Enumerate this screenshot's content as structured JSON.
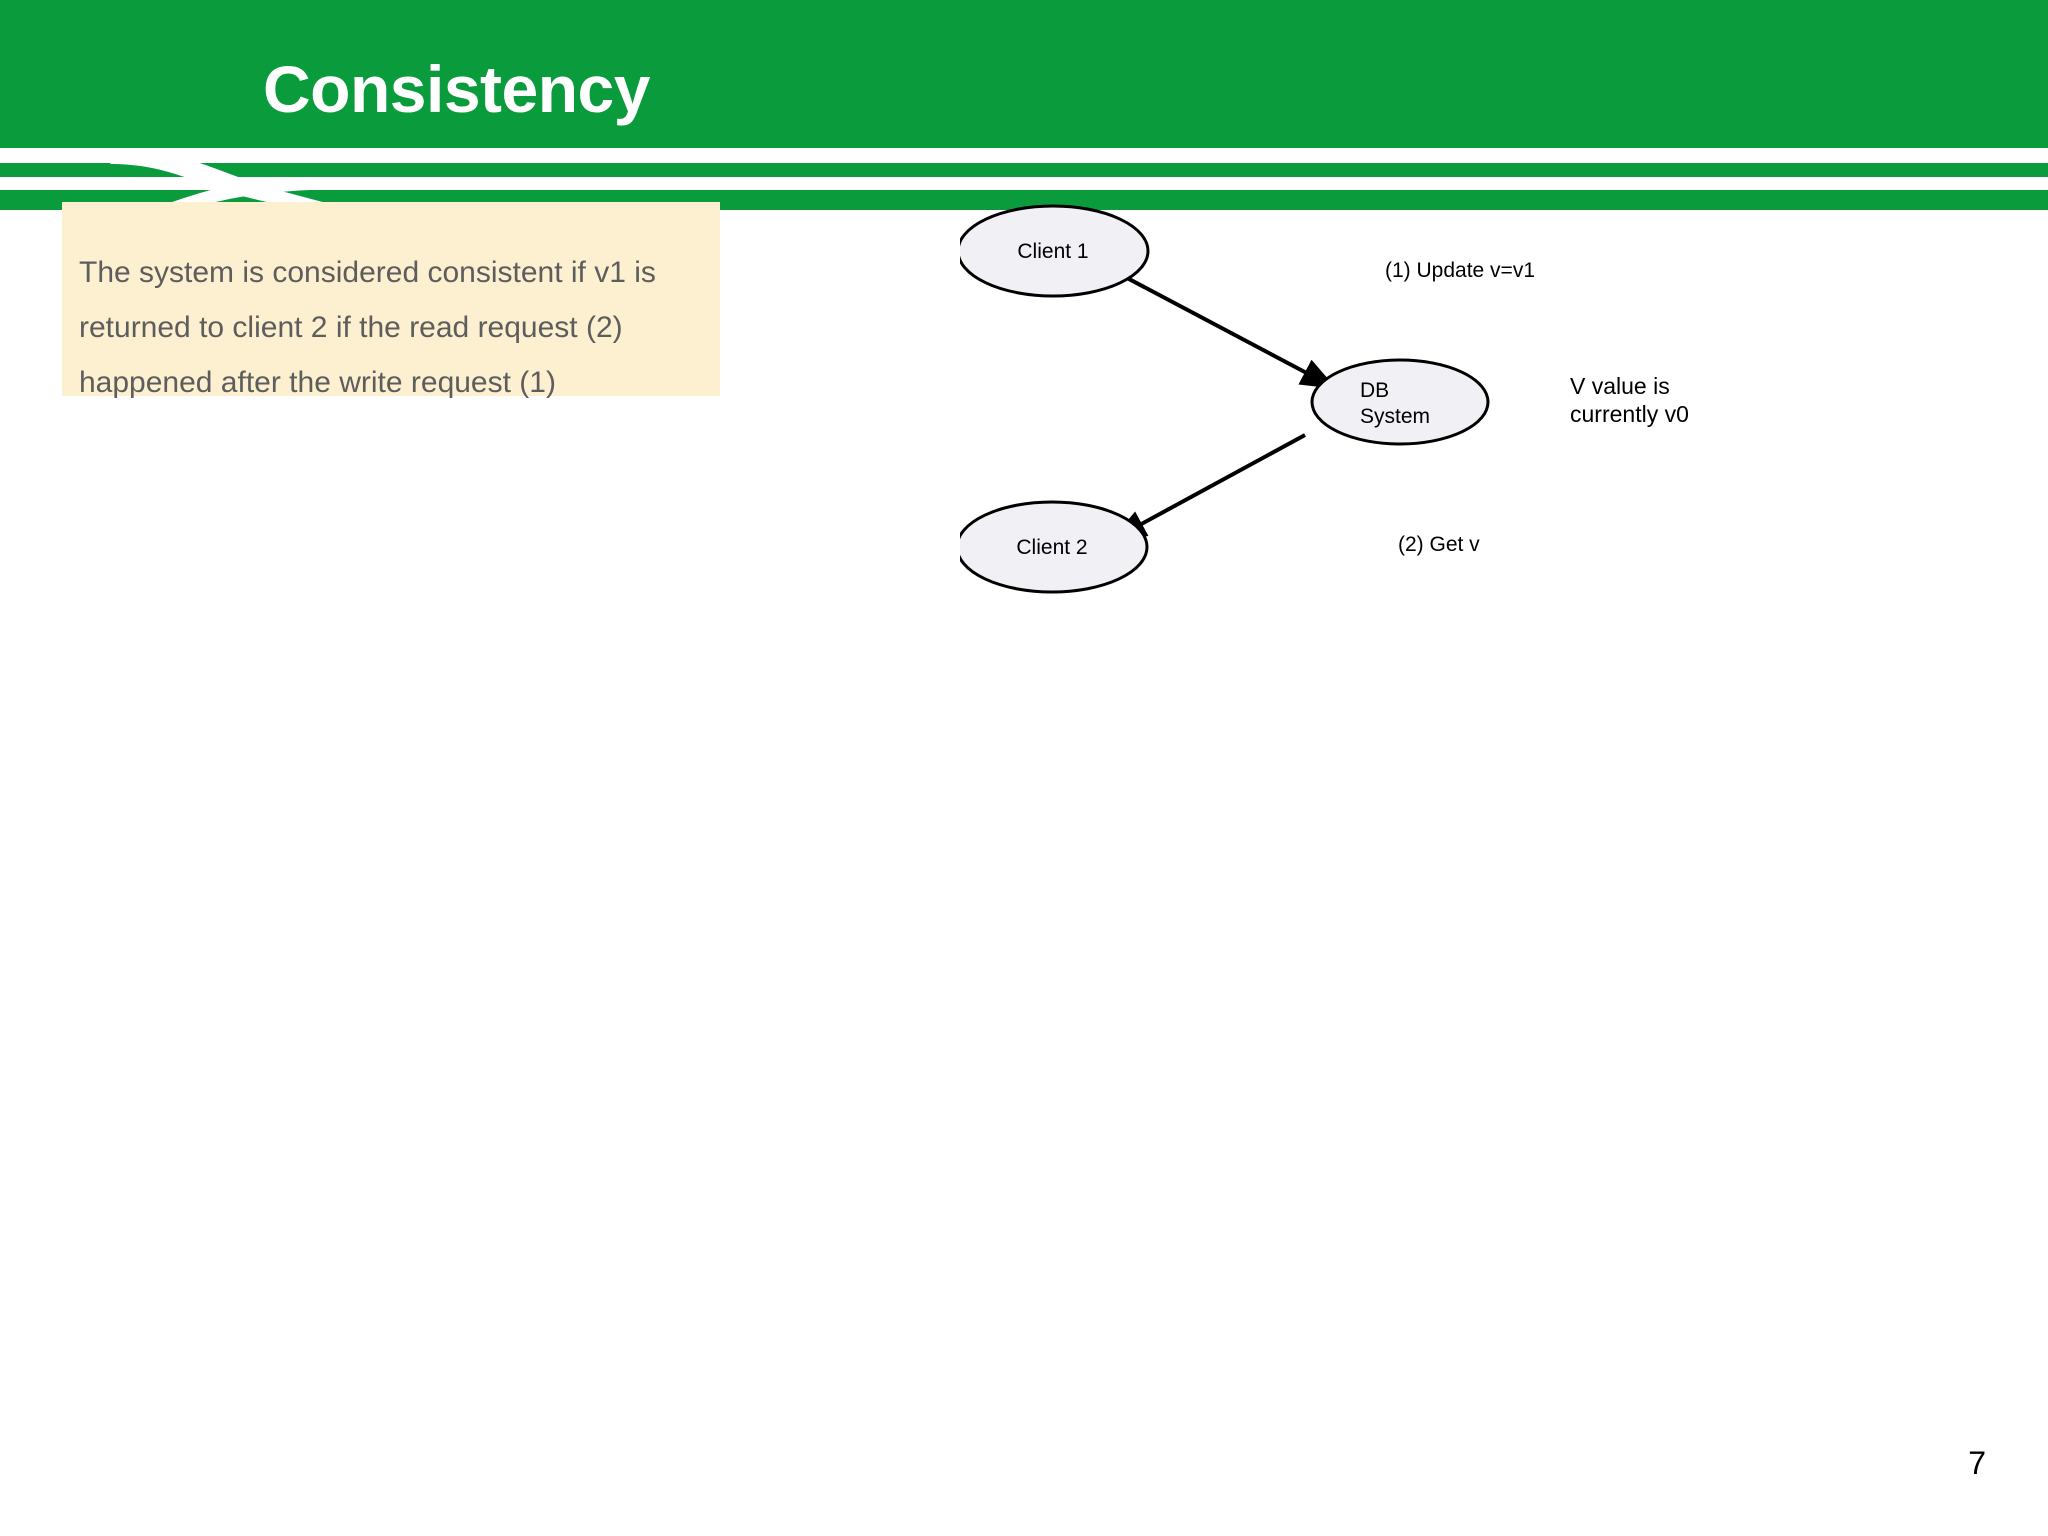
{
  "slide": {
    "title": "Consistency",
    "page_number": "7",
    "colors": {
      "header_green": "#0a9b3c",
      "callout_yellow": "#fdf0d0",
      "callout_text": "#5d5d5d",
      "node_fill": "#f0f0f5",
      "node_stroke": "#000000",
      "stripe_white": "#ffffff"
    }
  },
  "callout": {
    "lines": [
      "The system is considered consistent if v1 is",
      "returned to client 2 if the read request (2)",
      "happened after the write request (1)"
    ],
    "full_text": "The system is considered consistent if v1 is returned to client 2 if the read request (2) happened after the write request (1)"
  },
  "diagram": {
    "nodes": [
      {
        "id": "client1",
        "label": "Client 1",
        "lines": [
          "Client 1"
        ]
      },
      {
        "id": "dbsystem",
        "label": "DB System",
        "lines": [
          "DB",
          "System"
        ]
      },
      {
        "id": "client2",
        "label": "Client 2",
        "lines": [
          "Client 2"
        ]
      }
    ],
    "edges": [
      {
        "id": "edge1",
        "from": "client1",
        "to": "dbsystem",
        "label": "(1) Update v=v1"
      },
      {
        "id": "edge2",
        "from": "dbsystem",
        "to": "client2",
        "label": "(2) Get v"
      }
    ],
    "notes": [
      {
        "id": "db-note",
        "lines": [
          "V value is",
          "currently v0"
        ]
      }
    ]
  }
}
